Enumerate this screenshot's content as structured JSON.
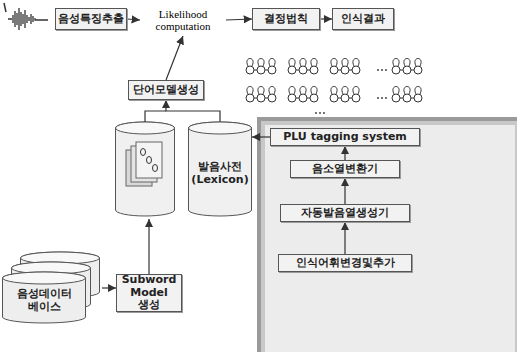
{
  "diagram": {
    "nodes": [
      {
        "text": [
          "음성특징추출"
        ]
      },
      {
        "text": [
          "Likelihood computation"
        ]
      },
      {
        "text": [
          "결정법칙"
        ]
      },
      {
        "text": [
          "인식결과"
        ]
      },
      {
        "text": [
          "단어모델생성"
        ]
      },
      {
        "text": [
          "발음사전 (Lexicon)"
        ]
      },
      {
        "text": [
          "PLU tagging system"
        ]
      },
      {
        "text": [
          "음소열변환기"
        ]
      },
      {
        "text": [
          "자동발음열생성기"
        ]
      },
      {
        "text": [
          "인식어휘변경및추가"
        ]
      },
      {
        "text": [
          "음성데이터 베이스"
        ]
      },
      {
        "text": [
          "Subword Model 생성"
        ]
      }
    ],
    "edges": [
      {
        "from": 0,
        "to": 1,
        "arrow": "to"
      },
      {
        "from": 1,
        "to": 2,
        "arrow": "to"
      },
      {
        "from": 2,
        "to": 3,
        "arrow": "to"
      },
      {
        "from": 4,
        "to": 1,
        "arrow": "to"
      },
      {
        "from": 5,
        "to": 4,
        "arrow": "to"
      },
      {
        "from": 6,
        "to": 5,
        "arrow": "to"
      },
      {
        "from": 7,
        "to": 6,
        "arrow": "to"
      },
      {
        "from": 8,
        "to": 7,
        "arrow": "to"
      },
      {
        "from": 9,
        "to": 8,
        "arrow": "to"
      },
      {
        "from": 10,
        "to": 11,
        "arrow": "to"
      }
    ]
  }
}
